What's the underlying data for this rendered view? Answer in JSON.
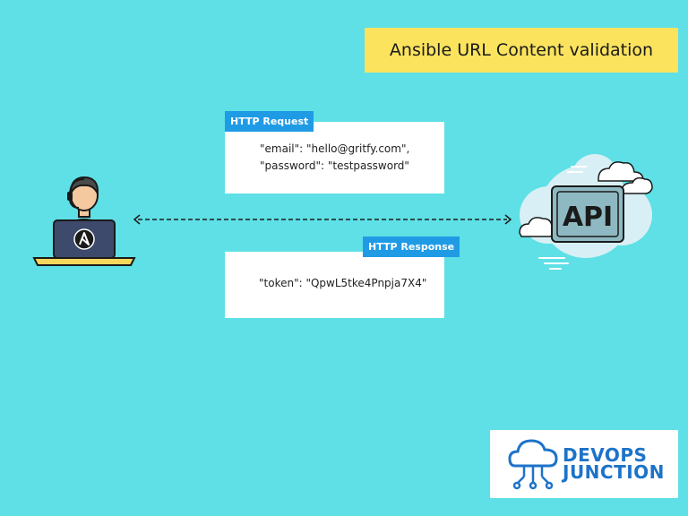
{
  "title": "Ansible URL Content validation",
  "request": {
    "tag": "HTTP Request",
    "line1": "\"email\": \"hello@gritfy.com\",",
    "line2": "\"password\": \"testpassword\""
  },
  "response": {
    "tag": "HTTP Response",
    "line1": "\"token\": \"QpwL5tke4Pnpja7X4\""
  },
  "api_label": "API",
  "brand": {
    "line1": "DEVOPS",
    "line2": "JUNCTION"
  },
  "colors": {
    "background": "#5ee0e6",
    "title_bg": "#fbe35e",
    "tag_bg": "#1f9be6",
    "brand": "#1d73c9"
  },
  "icons": [
    "user-laptop-icon",
    "ansible-logo-icon",
    "api-cloud-icon",
    "brand-cloud-icon"
  ]
}
